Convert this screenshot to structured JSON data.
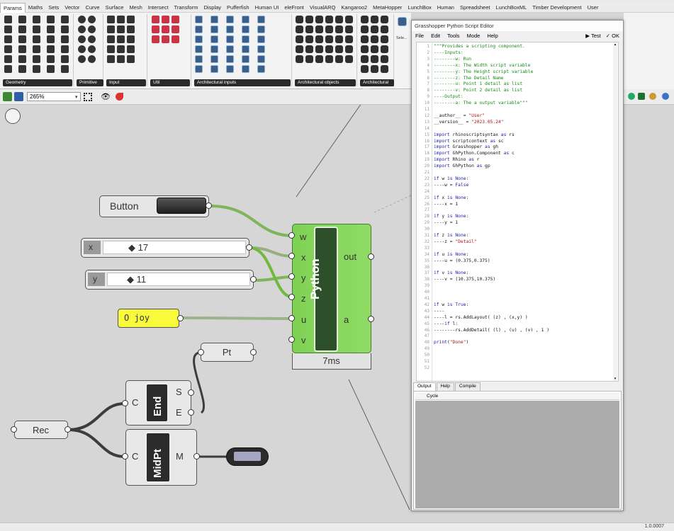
{
  "menu_tabs": [
    "Params",
    "Maths",
    "Sets",
    "Vector",
    "Curve",
    "Surface",
    "Mesh",
    "Intersect",
    "Transform",
    "Display",
    "Pufferfish",
    "Human UI",
    "eleFront",
    "VisualARQ",
    "Kangaroo2",
    "MetaHopper",
    "LunchBox",
    "Human",
    "Spreadsheet",
    "LunchBoxML",
    "Timber Development",
    "User"
  ],
  "ribbon_panels": [
    "Geometry",
    "Primitive",
    "Input",
    "Util",
    "Architectural inputs",
    "Architectural objects",
    "Architectural styl..."
  ],
  "ribbon_extra_label": "Sele...",
  "toolbar": {
    "zoom": "265%"
  },
  "status": {
    "version": "1.0.0007"
  },
  "canvas": {
    "button": {
      "label": "Button"
    },
    "slider_x": {
      "label": "x",
      "value": "◆ 17"
    },
    "slider_y": {
      "label": "y",
      "value": "◆ 11"
    },
    "panel": {
      "text": "O joy"
    },
    "python": {
      "name": "Python",
      "inputs": [
        "w",
        "x",
        "y",
        "z",
        "u",
        "v"
      ],
      "outputs": [
        "out",
        "a"
      ],
      "time": "7ms"
    },
    "pt": {
      "label": "Pt"
    },
    "end": {
      "name": "End",
      "input": "C",
      "outputs": [
        "S",
        "E"
      ]
    },
    "midpt": {
      "name": "MidPt",
      "input": "C",
      "output": "M"
    },
    "rec": {
      "label": "Rec"
    }
  },
  "editor": {
    "title": "Grasshopper Python Script Editor",
    "menu": [
      "File",
      "Edit",
      "Tools",
      "Mode",
      "Help"
    ],
    "test": "Test",
    "ok": "OK",
    "lines": [
      "\"\"\"Provides a scripting component.",
      "----Inputs:",
      "--------w: Run",
      "--------x: The Width script variable",
      "--------y: The Height script variable",
      "--------z: The Detail Name",
      "--------u: Point 1 detail as list",
      "--------v: Point 2 detail as list",
      "----Output:",
      "--------a: The a output variable\"\"\"",
      "",
      "__author__ = \"User\"",
      "__version__ = \"2023.05.24\"",
      "",
      "import rhinoscriptsyntax as rs",
      "import scriptcontext as sc",
      "import Grasshopper as gh",
      "import GhPython.Component as c",
      "import Rhino as r",
      "import GhPython as gp",
      "",
      "if w is None:",
      "----w = False",
      "",
      "if x is None:",
      "----x = 1",
      "",
      "if y is None:",
      "----y = 1",
      "",
      "if z is None:",
      "----z = \"Detail\"",
      "",
      "if u is None:",
      "----u = (0.375,0.375)",
      "",
      "if v is None:",
      "----v = (10.375,10.375)",
      "",
      "",
      "",
      "if w is True:",
      "----",
      "----l = rs.AddLayout( (z) , (x,y) )",
      "----if l:",
      "--------rs.AddDetail( (l) , (u) , (v) , 1 )",
      "",
      "print(\"Done\")",
      "",
      "",
      "",
      ""
    ],
    "tabs": [
      "Output",
      "Help",
      "Compile"
    ],
    "output_header": "Cycle"
  }
}
